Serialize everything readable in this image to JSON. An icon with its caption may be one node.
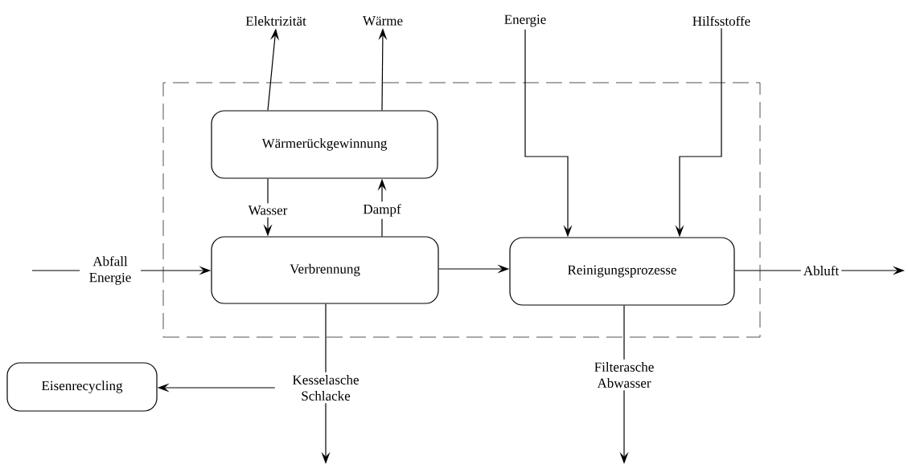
{
  "diagram": {
    "nodes": [
      {
        "text": [],
        "shape": "box"
      },
      {
        "text": [
          "Wärmerückgewinnung"
        ],
        "in": 0
      },
      {
        "text": [
          "Verbrennung"
        ],
        "in": 0
      },
      {
        "text": [
          "Reinigungsprozesse"
        ],
        "in": 0
      },
      {
        "text": [
          "Eisenrecycling"
        ]
      },
      {
        "text": [
          "Elektrizität"
        ]
      },
      {
        "text": [
          "Wärme"
        ]
      },
      {
        "text": [
          "Energie"
        ]
      },
      {
        "text": [
          "Hilfsstoffe"
        ]
      },
      {
        "text": [
          "Kesselasche Schlacke"
        ]
      },
      {
        "text": [
          "Filterasche Abwasser"
        ]
      }
    ],
    "edges": [
      {
        "from": 1,
        "to": 5,
        "arrow": "to"
      },
      {
        "from": 1,
        "to": 6,
        "arrow": "to"
      },
      {
        "from": 7,
        "to": 3,
        "arrow": "to"
      },
      {
        "from": 8,
        "to": 3,
        "arrow": "to"
      },
      {
        "from": 1,
        "to": 2,
        "label": "Wasser",
        "arrow": "to"
      },
      {
        "from": 2,
        "to": 1,
        "label": "Dampf",
        "arrow": "to"
      },
      {
        "from": null,
        "to": 2,
        "label": "Abfall Energie",
        "arrow": "to"
      },
      {
        "from": 2,
        "to": 3,
        "arrow": "to"
      },
      {
        "from": 3,
        "to": null,
        "label": "Abluft",
        "arrow": "to"
      },
      {
        "from": 2,
        "to": 9,
        "arrow": "none"
      },
      {
        "from": 9,
        "to": 4,
        "arrow": "to"
      },
      {
        "from": 9,
        "to": null,
        "arrow": "to"
      },
      {
        "from": 3,
        "to": 10,
        "arrow": "none"
      },
      {
        "from": 10,
        "to": null,
        "arrow": "to"
      }
    ]
  }
}
